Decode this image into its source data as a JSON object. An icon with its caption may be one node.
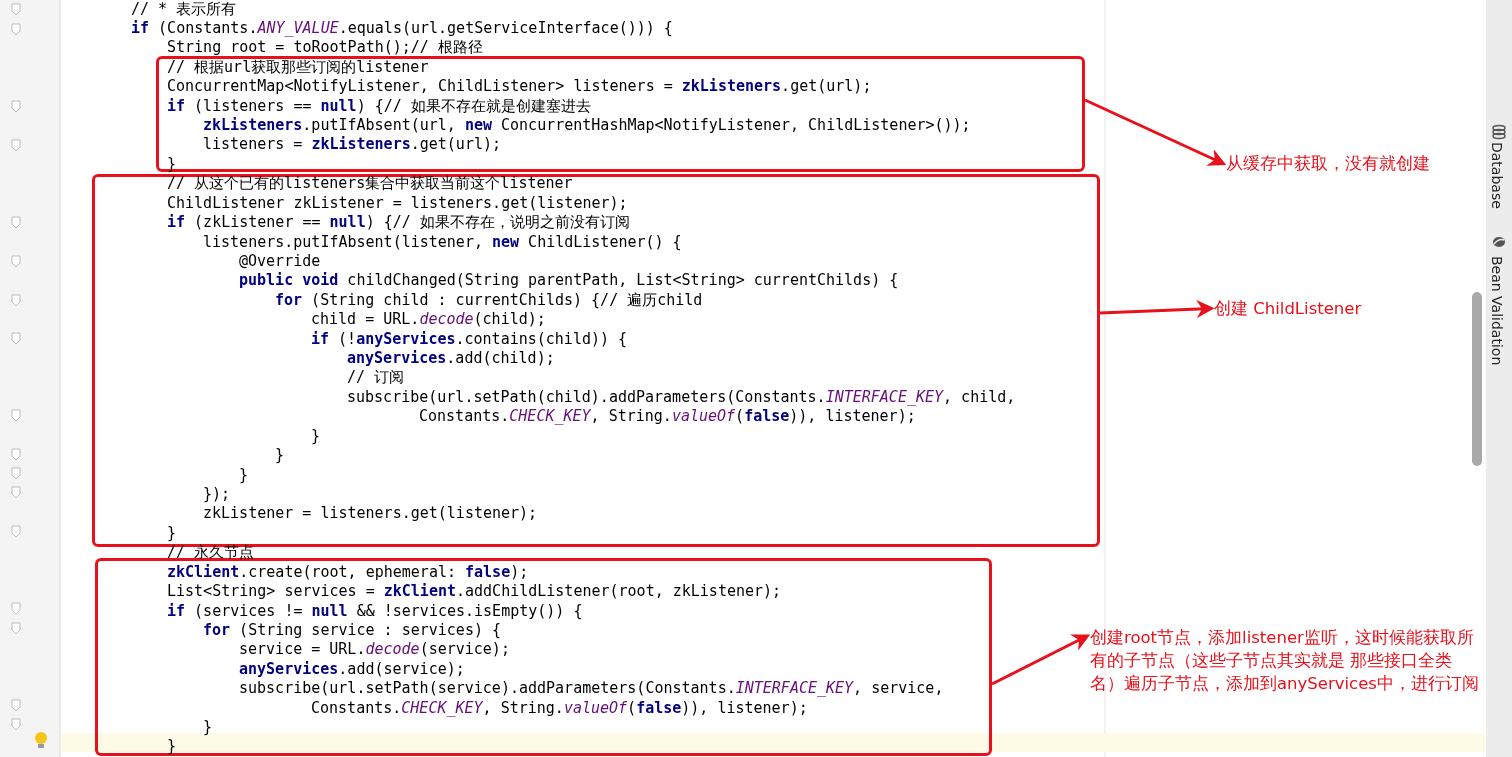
{
  "diagram": {
    "nodes": [
      {
        "text": [
          "// 根据url获取那些订阅的listener",
          "ConcurrentMap<NotifyListener, ChildListener> listeners = **zkListeners**.get(url);",
          "**if** (listeners == **null**) {// 如果不存在就是创建塞进去",
          "**zkListeners**.putIfAbsent(url, **new** ConcurrentHashMap<NotifyListener, ChildListener>());",
          "listeners = **zkListeners**.get(url);",
          "}"
        ]
      },
      {
        "text": [
          "// 从这个已有的listeners集合中获取当前这个listener",
          "ChildListener zkListener = listeners.get(listener);",
          "**if** (zkListener == **null**) {// 如果不存在，说明之前没有订阅",
          "listeners.putIfAbsent(listener, **new** ChildListener() {",
          "@Override",
          "**public void** childChanged(String parentPath, List<String> currentChilds) {",
          "**for** (String child : currentChilds) {// 遍历child",
          "child = URL.*decode*(child);",
          "**if** (!**anyServices**.contains(child)) {",
          "**anyServices**.add(child);",
          "// 订阅",
          "subscribe(url.setPath(child).addParameters(Constants.*INTERFACE_KEY*, child,",
          "Constants.*CHECK_KEY*, String.*valueOf*(**false**)), listener);",
          "}",
          "}",
          "}",
          "});",
          "zkListener = listeners.get(listener);",
          "}"
        ]
      },
      {
        "text": [
          "**zkClient**.create(root, ephemeral: **false**);",
          "List<String> services = **zkClient**.addChildListener(root, zkListener);",
          "**if** (services != **null** && !services.isEmpty()) {",
          "**for** (String service : services) {",
          "service = URL.*decode*(service);",
          "**anyServices**.add(service);",
          "subscribe(url.setPath(service).addParameters(Constants.*INTERFACE_KEY*, service,",
          "Constants.*CHECK_KEY*, String.*valueOf*(**false**)), listener);",
          "}",
          "}"
        ]
      },
      {
        "text": [
          "从缓存中获取，没有就创建"
        ]
      },
      {
        "text": [
          "创建 ChildListener"
        ]
      },
      {
        "text": [
          "创建root节点，添加listener监听，这时候能获取所有的子节点（这些子节点其实就是 那些接口全类名）遍历子节点，添加到anyServices中，进行订阅"
        ]
      }
    ],
    "edges": [
      {
        "from": 0,
        "to": 3,
        "arrow": "to"
      },
      {
        "from": 1,
        "to": 4,
        "arrow": "to"
      },
      {
        "from": 2,
        "to": 5,
        "arrow": "to"
      }
    ],
    "labels": [
      "// *  表示所有",
      "**if** (Constants.*ANY_VALUE*.equals(url.getServiceInterface())) {",
      "String root = toRootPath();// 根路径",
      "// 永久节点",
      "Database",
      "Bean Validation"
    ]
  }
}
